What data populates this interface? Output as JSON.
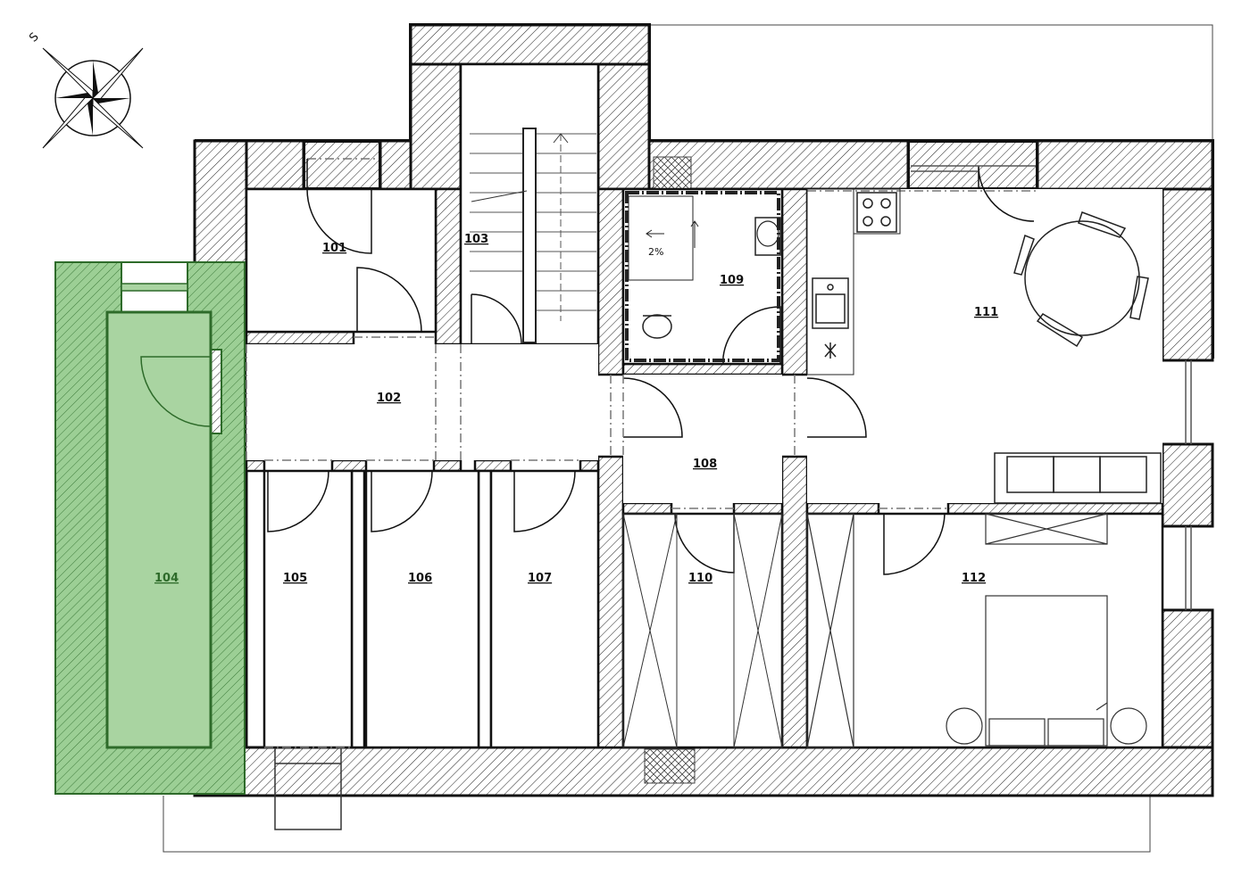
{
  "compass": {
    "label": "S"
  },
  "highlight": {
    "room": "104",
    "color": "#7cc075"
  },
  "rooms": [
    {
      "id": "101",
      "label": "101"
    },
    {
      "id": "102",
      "label": "102"
    },
    {
      "id": "103",
      "label": "103"
    },
    {
      "id": "104",
      "label": "104"
    },
    {
      "id": "105",
      "label": "105"
    },
    {
      "id": "106",
      "label": "106"
    },
    {
      "id": "107",
      "label": "107"
    },
    {
      "id": "108",
      "label": "108"
    },
    {
      "id": "109",
      "label": "109"
    },
    {
      "id": "110",
      "label": "110"
    },
    {
      "id": "111",
      "label": "111"
    },
    {
      "id": "112",
      "label": "112"
    }
  ],
  "annotations": {
    "bathroom_slope": "2%"
  }
}
